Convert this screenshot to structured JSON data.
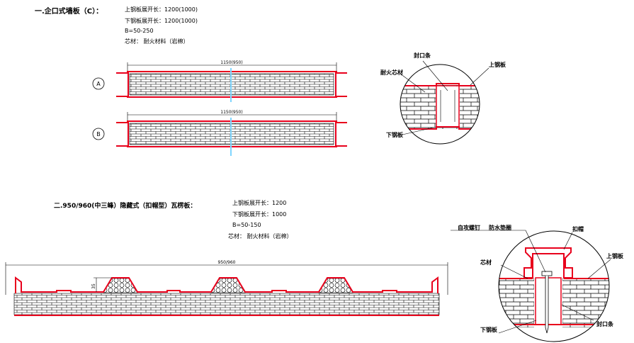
{
  "section1": {
    "title": "一.企口式墙板（C）：",
    "spec_top": "上钢板展开长：1200(1000)",
    "spec_bottom": "下钢板展开长：1200(1000)",
    "spec_b": "B=50-250",
    "spec_core": "芯材：   耐火材料（岩棉）",
    "panel_a_label": "A",
    "panel_b_label": "B",
    "panel_a_dim": "1150(950)",
    "panel_b_dim": "1150(950)"
  },
  "detail1": {
    "seal_strip": "封口条",
    "fire_core": "耐火芯材",
    "upper_steel": "上钢板",
    "lower_steel": "下钢板"
  },
  "section2": {
    "title": "二.950/960(中三峰）隐藏式（扣帽型）瓦楞板：",
    "spec_top": "上钢板展开长：1200",
    "spec_bottom": "下钢板展开长：1000",
    "spec_b": "B=50-150",
    "spec_core": "芯材：   耐火材料（岩棉）",
    "panel_dim": "950/960",
    "rib_height": "35"
  },
  "detail2": {
    "screw": "自攻螺钉",
    "washer": "防水垫圈",
    "cap": "扣帽",
    "core": "芯材",
    "upper_steel": "上钢板",
    "lower_steel": "下钢板",
    "seal_strip": "封口条"
  },
  "colors": {
    "steel": "#e8001c",
    "line": "#000000",
    "joint": "#7fd6ff"
  }
}
